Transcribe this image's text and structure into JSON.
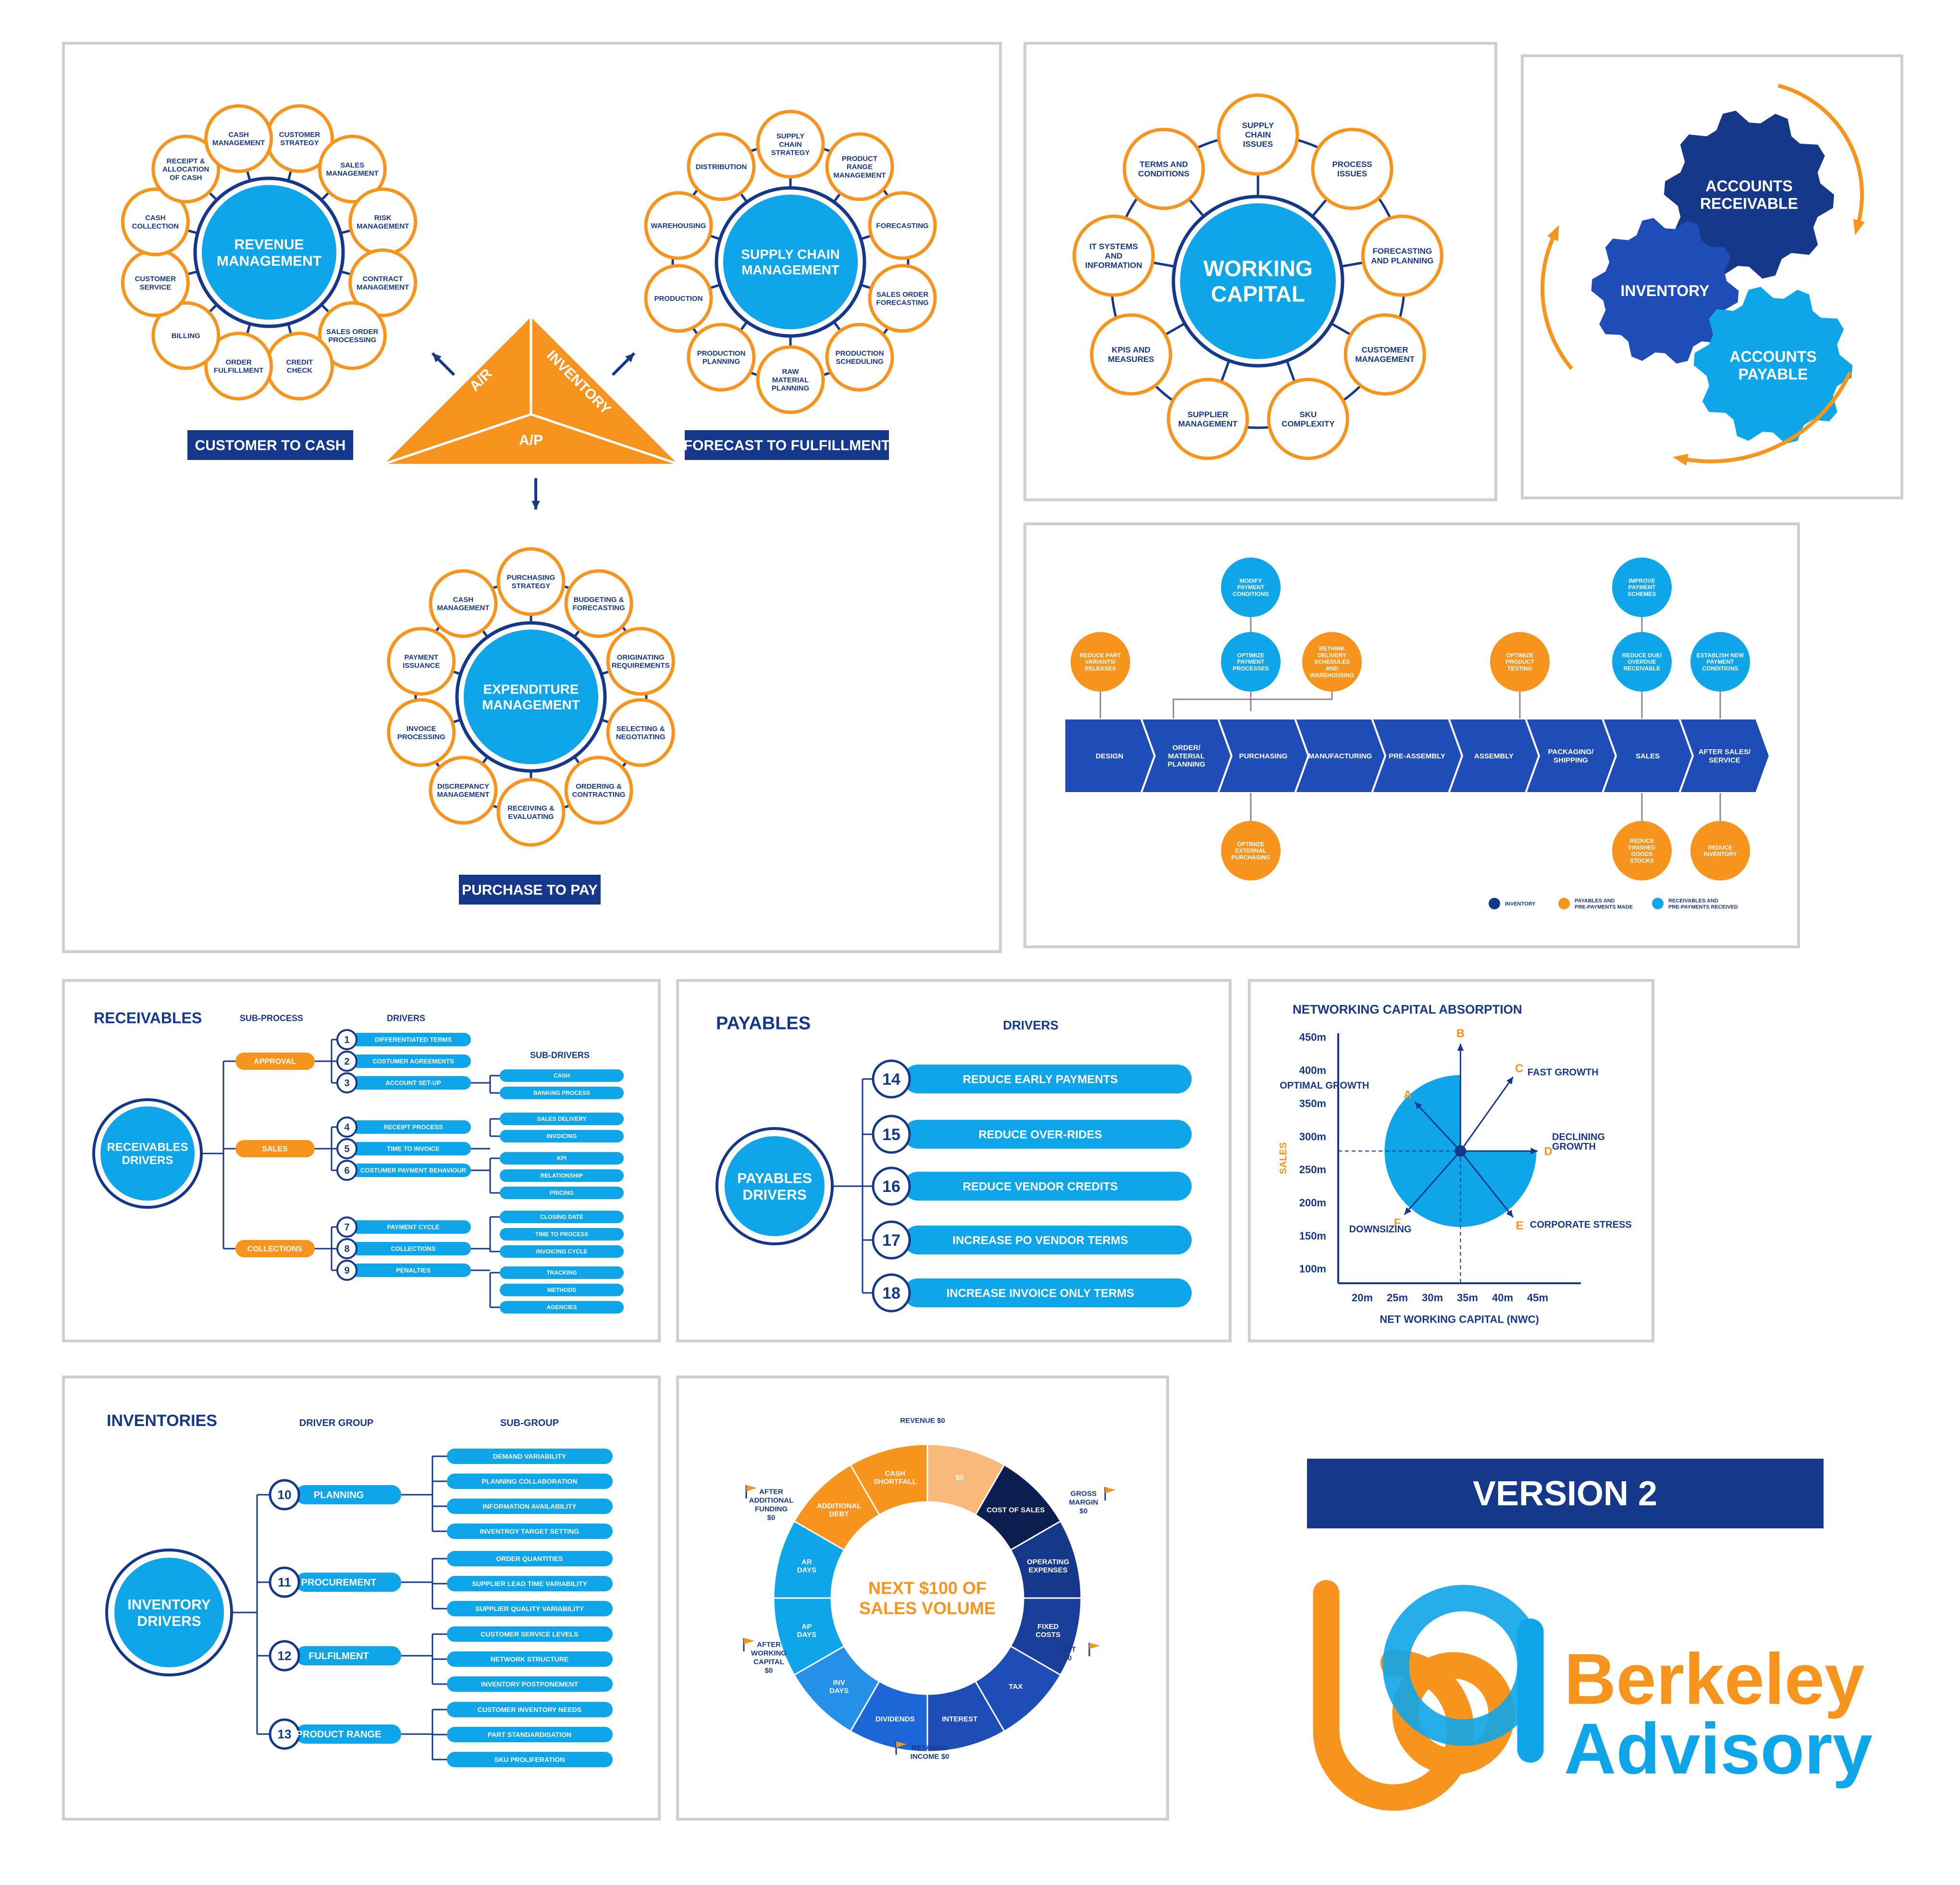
{
  "colors": {
    "orange": "#f7941d",
    "blue": "#0ea5e9",
    "navy": "#16388a",
    "royal": "#1e4db7",
    "light_orange": "#f9b97a",
    "panel_border": "#cfcfcf"
  },
  "panel1": {
    "revenue": {
      "center": [
        "REVENUE",
        "MANAGEMENT"
      ],
      "petals": [
        [
          "CUSTOMER",
          "STRATEGY"
        ],
        [
          "SALES",
          "MANAGEMENT"
        ],
        [
          "RISK",
          "MANAGEMENT"
        ],
        [
          "CONTRACT",
          "MANAGEMENT"
        ],
        [
          "SALES ORDER",
          "PROCESSING"
        ],
        [
          "CREDIT",
          "CHECK"
        ],
        [
          "ORDER",
          "FULFILLMENT"
        ],
        [
          "BILLING"
        ],
        [
          "CUSTOMER",
          "SERVICE"
        ],
        [
          "CASH",
          "COLLECTION"
        ],
        [
          "RECEIPT &",
          "ALLOCATION",
          "OF CASH"
        ],
        [
          "CASH",
          "MANAGEMENT"
        ]
      ]
    },
    "supply": {
      "center": [
        "SUPPLY CHAIN",
        "MANAGEMENT"
      ],
      "petals": [
        [
          "SUPPLY",
          "CHAIN",
          "STRATEGY"
        ],
        [
          "PRODUCT",
          "RANGE",
          "MANAGEMENT"
        ],
        [
          "FORECASTING"
        ],
        [
          "SALES ORDER",
          "FORECASTING"
        ],
        [
          "PRODUCTION",
          "SCHEDULING"
        ],
        [
          "RAW",
          "MATERIAL",
          "PLANNING"
        ],
        [
          "PRODUCTION",
          "PLANNING"
        ],
        [
          "PRODUCTION"
        ],
        [
          "WAREHOUSING"
        ],
        [
          "DISTRIBUTION"
        ]
      ]
    },
    "expenditure": {
      "center": [
        "EXPENDITURE",
        "MANAGEMENT"
      ],
      "petals": [
        [
          "PURCHASING",
          "STRATEGY"
        ],
        [
          "BUDGETING &",
          "FORECASTING"
        ],
        [
          "ORIGINATING",
          "REQUIREMENTS"
        ],
        [
          "SELECTING &",
          "NEGOTIATING"
        ],
        [
          "ORDERING &",
          "CONTRACTING"
        ],
        [
          "RECEIVING &",
          "EVALUATING"
        ],
        [
          "DISCREPANCY",
          "MANAGEMENT"
        ],
        [
          "INVOICE",
          "PROCESSING"
        ],
        [
          "PAYMENT",
          "ISSUANCE"
        ],
        [
          "CASH",
          "MANAGEMENT"
        ]
      ]
    },
    "triangle": {
      "ar": "A/R",
      "inventory": "INVENTORY",
      "ap": "A/P"
    },
    "labels": {
      "customer_to_cash": "CUSTOMER TO CASH",
      "forecast_to_fulfillment": "FORECAST TO FULFILLMENT",
      "purchase_to_pay": "PURCHASE TO PAY"
    }
  },
  "panel2": {
    "center": [
      "WORKING",
      "CAPITAL"
    ],
    "petals": [
      [
        "SUPPLY",
        "CHAIN",
        "ISSUES"
      ],
      [
        "PROCESS",
        "ISSUES"
      ],
      [
        "FORECASTING",
        "AND PLANNING"
      ],
      [
        "CUSTOMER",
        "MANAGEMENT"
      ],
      [
        "SKU",
        "COMPLEXITY"
      ],
      [
        "SUPPLIER",
        "MANAGEMENT"
      ],
      [
        "KPIS AND",
        "MEASURES"
      ],
      [
        "IT SYSTEMS",
        "AND",
        "INFORMATION"
      ],
      [
        "TERMS AND",
        "CONDITIONS"
      ]
    ]
  },
  "panel3": {
    "accounts_receivable": [
      "ACCOUNTS",
      "RECEIVABLE"
    ],
    "inventory": [
      "INVENTORY"
    ],
    "accounts_payable": [
      "ACCOUNTS",
      "PAYABLE"
    ]
  },
  "panel4": {
    "steps": [
      [
        "DESIGN"
      ],
      [
        "ORDER/",
        "MATERIAL",
        "PLANNING"
      ],
      [
        "PURCHASING"
      ],
      [
        "MANUFACTURING"
      ],
      [
        "PRE-ASSEMBLY"
      ],
      [
        "ASSEMBLY"
      ],
      [
        "PACKAGING/",
        "SHIPPING"
      ],
      [
        "SALES"
      ],
      [
        "AFTER  SALES/",
        "SERVICE"
      ]
    ],
    "top": [
      [
        "REDUCE PART",
        "VARIANTS/",
        "RELEASES"
      ],
      [
        "MODIFY",
        "PAYMENT",
        "CONDITIONS"
      ],
      [
        "OPTIMIZE",
        "PAYMENT",
        "PROCESSES"
      ],
      [
        "RETHINK",
        "DELIVERY",
        "SCHEDULES",
        "AND",
        "WAREHOUSING"
      ],
      [
        "OPTIMIZE",
        "PRODUCT",
        "TESTING"
      ],
      [
        "IMPROVE",
        "PAYMENT",
        "SCHEMES"
      ],
      [
        "REDUCE DUE/",
        "OVERDUE",
        "RECEIVABLE"
      ],
      [
        "ESTABLISH NEW",
        "PAYMENT",
        "CONDITIONS"
      ]
    ],
    "bottom": [
      [
        "OPTIMIZE",
        "EXTERNAL",
        "PURCHASING"
      ],
      [
        "REDUCE",
        "FINISHED",
        "GOODS",
        "STOCKS"
      ],
      [
        "REDUCE",
        "INVENTORY"
      ]
    ],
    "legend": [
      [
        "INVENTORY"
      ],
      [
        "PAYABLES AND",
        "PRE-PAYMENTS MADE"
      ],
      [
        "RECEIVABLES AND",
        "PRE-PAYMENTS RECEIVED"
      ]
    ]
  },
  "panel5": {
    "title": "RECEIVABLES",
    "sub_process": "SUB-PROCESS",
    "drivers": "DRIVERS",
    "sub_drivers": "SUB-DRIVERS",
    "center": [
      "RECEIVABLES",
      "DRIVERS"
    ],
    "groups": [
      "APPROVAL",
      "SALES",
      "COLLECTIONS"
    ],
    "driver_items": [
      {
        "n": "1",
        "t": "DIFFERENTIATED TERMS"
      },
      {
        "n": "2",
        "t": "COSTUMER AGREEMENTS"
      },
      {
        "n": "3",
        "t": "ACCOUNT SET-UP"
      },
      {
        "n": "4",
        "t": "RECEIPT PROCESS"
      },
      {
        "n": "5",
        "t": "TIME TO INVOICE"
      },
      {
        "n": "6",
        "t": "COSTUMER PAYMENT BEHAVIOUR"
      },
      {
        "n": "7",
        "t": "PAYMENT CYCLE"
      },
      {
        "n": "8",
        "t": "COLLECTIONS"
      },
      {
        "n": "9",
        "t": "PENALTIES"
      }
    ],
    "sub_driver_items": [
      "CASH",
      "BANKING PROCESS",
      "SALES DELIVERY",
      "INVOICING",
      "KPI",
      "RELATIONSHIP",
      "PRICING",
      "CLOSING DATE",
      "TIME TO PROCESS",
      "INVOICING CYCLE",
      "TRACKING",
      "METHODS",
      "AGENCIES"
    ]
  },
  "panel6": {
    "title": "PAYABLES",
    "drivers": "DRIVERS",
    "center": [
      "PAYABLES",
      "DRIVERS"
    ],
    "items": [
      {
        "n": "14",
        "t": "REDUCE EARLY PAYMENTS"
      },
      {
        "n": "15",
        "t": "REDUCE OVER-RIDES"
      },
      {
        "n": "16",
        "t": "REDUCE VENDOR CREDITS"
      },
      {
        "n": "17",
        "t": "INCREASE PO VENDOR TERMS"
      },
      {
        "n": "18",
        "t": "INCREASE INVOICE ONLY TERMS"
      }
    ]
  },
  "chart_data": {
    "type": "scatter",
    "title": "NETWORKING CAPITAL ABSORPTION",
    "xlabel": "NET WORKING CAPITAL (NWC)",
    "ylabel": "SALES",
    "x_ticks": [
      "20m",
      "25m",
      "30m",
      "35m",
      "40m",
      "45m"
    ],
    "y_ticks": [
      "450m",
      "400m",
      "350m",
      "300m",
      "250m",
      "200m",
      "150m",
      "100m"
    ],
    "x_values": [
      20,
      25,
      30,
      35,
      40,
      45
    ],
    "y_values": [
      450,
      400,
      350,
      300,
      250,
      200,
      150,
      100
    ],
    "origin": {
      "x": 34,
      "y": 278
    },
    "points": [
      {
        "letter": "A",
        "label": "OPTIMAL GROWTH",
        "x": 27.5,
        "y": 352
      },
      {
        "letter": "B",
        "label": "",
        "x": 34,
        "y": 440
      },
      {
        "letter": "C",
        "label": "FAST GROWTH",
        "x": 41.5,
        "y": 390
      },
      {
        "letter": "D",
        "label": "DECLINING GROWTH",
        "x": 45,
        "y": 278
      },
      {
        "letter": "E",
        "label": "CORPORATE STRESS",
        "x": 41.5,
        "y": 178
      },
      {
        "letter": "F",
        "label": "DOWNSIZING",
        "x": 26,
        "y": 182
      }
    ]
  },
  "panel8": {
    "title": "INVENTORIES",
    "driver_group": "DRIVER GROUP",
    "sub_group": "SUB-GROUP",
    "center": [
      "INVENTORY",
      "DRIVERS"
    ],
    "groups": [
      {
        "n": "10",
        "t": "PLANNING",
        "subs": [
          "DEMAND VARIABILITY",
          "PLANNING COLLABORATION",
          "INFORMATION AVAILABILITY",
          "INVENTROY TARGET SETTING"
        ]
      },
      {
        "n": "11",
        "t": "PROCUREMENT",
        "subs": [
          "ORDER QUANTITIES",
          "SUPPLIER LEAD TIME VARIABILITY",
          "SUPPLIER QUALITY VARIABILITY"
        ]
      },
      {
        "n": "12",
        "t": "FULFILMENT",
        "subs": [
          "CUSTOMER SERVICE LEVELS",
          "NETWORK STRUCTURE",
          "INVENTORY POSTPONEMENT"
        ]
      },
      {
        "n": "13",
        "t": "PRODUCT RANGE",
        "subs": [
          "CUSTOMER INVENTORY NEEDS",
          "PART STANDARDISATION",
          "SKU PROLIFERATION"
        ]
      }
    ]
  },
  "panel9": {
    "center": [
      "NEXT $100 OF",
      "SALES VOLUME"
    ],
    "segments": [
      [
        "$0"
      ],
      [
        "COST OF SALES"
      ],
      [
        "OPERATING",
        "EXPENSES"
      ],
      [
        "FIXED",
        "COSTS"
      ],
      [
        "TAX"
      ],
      [
        "INTEREST"
      ],
      [
        "DIVIDENDS"
      ],
      [
        "INV",
        "DAYS"
      ],
      [
        "AP",
        "DAYS"
      ],
      [
        "AR",
        "DAYS"
      ],
      [
        "ADDITIONAL",
        "DEBT"
      ],
      [
        "CASH",
        "SHORTFALL"
      ]
    ],
    "outer": [
      [
        "REVENUE $0"
      ],
      [
        "GROSS",
        "MARGIN",
        "$0"
      ],
      [
        "EBIT",
        "$0"
      ],
      [
        "RETAINED",
        "INCOME $0"
      ],
      [
        "AFTER",
        "WORKING",
        "CAPITAL",
        "$0"
      ],
      [
        "AFTER",
        "ADDITIONAL",
        "FUNDING",
        "$0"
      ]
    ]
  },
  "version": "VERSION 2",
  "brand": {
    "line1": "Berkeley",
    "line2": "Advisory"
  }
}
